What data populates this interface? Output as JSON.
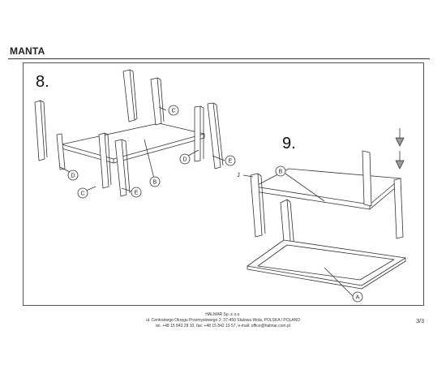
{
  "document": {
    "product_name": "MANTA",
    "steps": {
      "step8": {
        "number": "8.",
        "part_labels": {
          "c_top": "C",
          "e_right": "E",
          "d_right": "D",
          "d_left": "D",
          "c_bottom": "C",
          "e_bottom": "E",
          "b": "B"
        }
      },
      "step9": {
        "number": "9.",
        "part_labels": {
          "j": "J",
          "b": "B",
          "a": "A"
        }
      }
    },
    "footer": {
      "company": "HALMAR Sp. z o.o.",
      "address": "ul. Centralnego Okręgu Przemysłowego 2; 37-450 Stalowa Wola, POLSKA / POLAND",
      "contact": "tel. +48 15 843 28 10, fax: +48 15 842 19 57, e-mail: office@halmar.com.pl"
    },
    "page_number": "3/3"
  }
}
